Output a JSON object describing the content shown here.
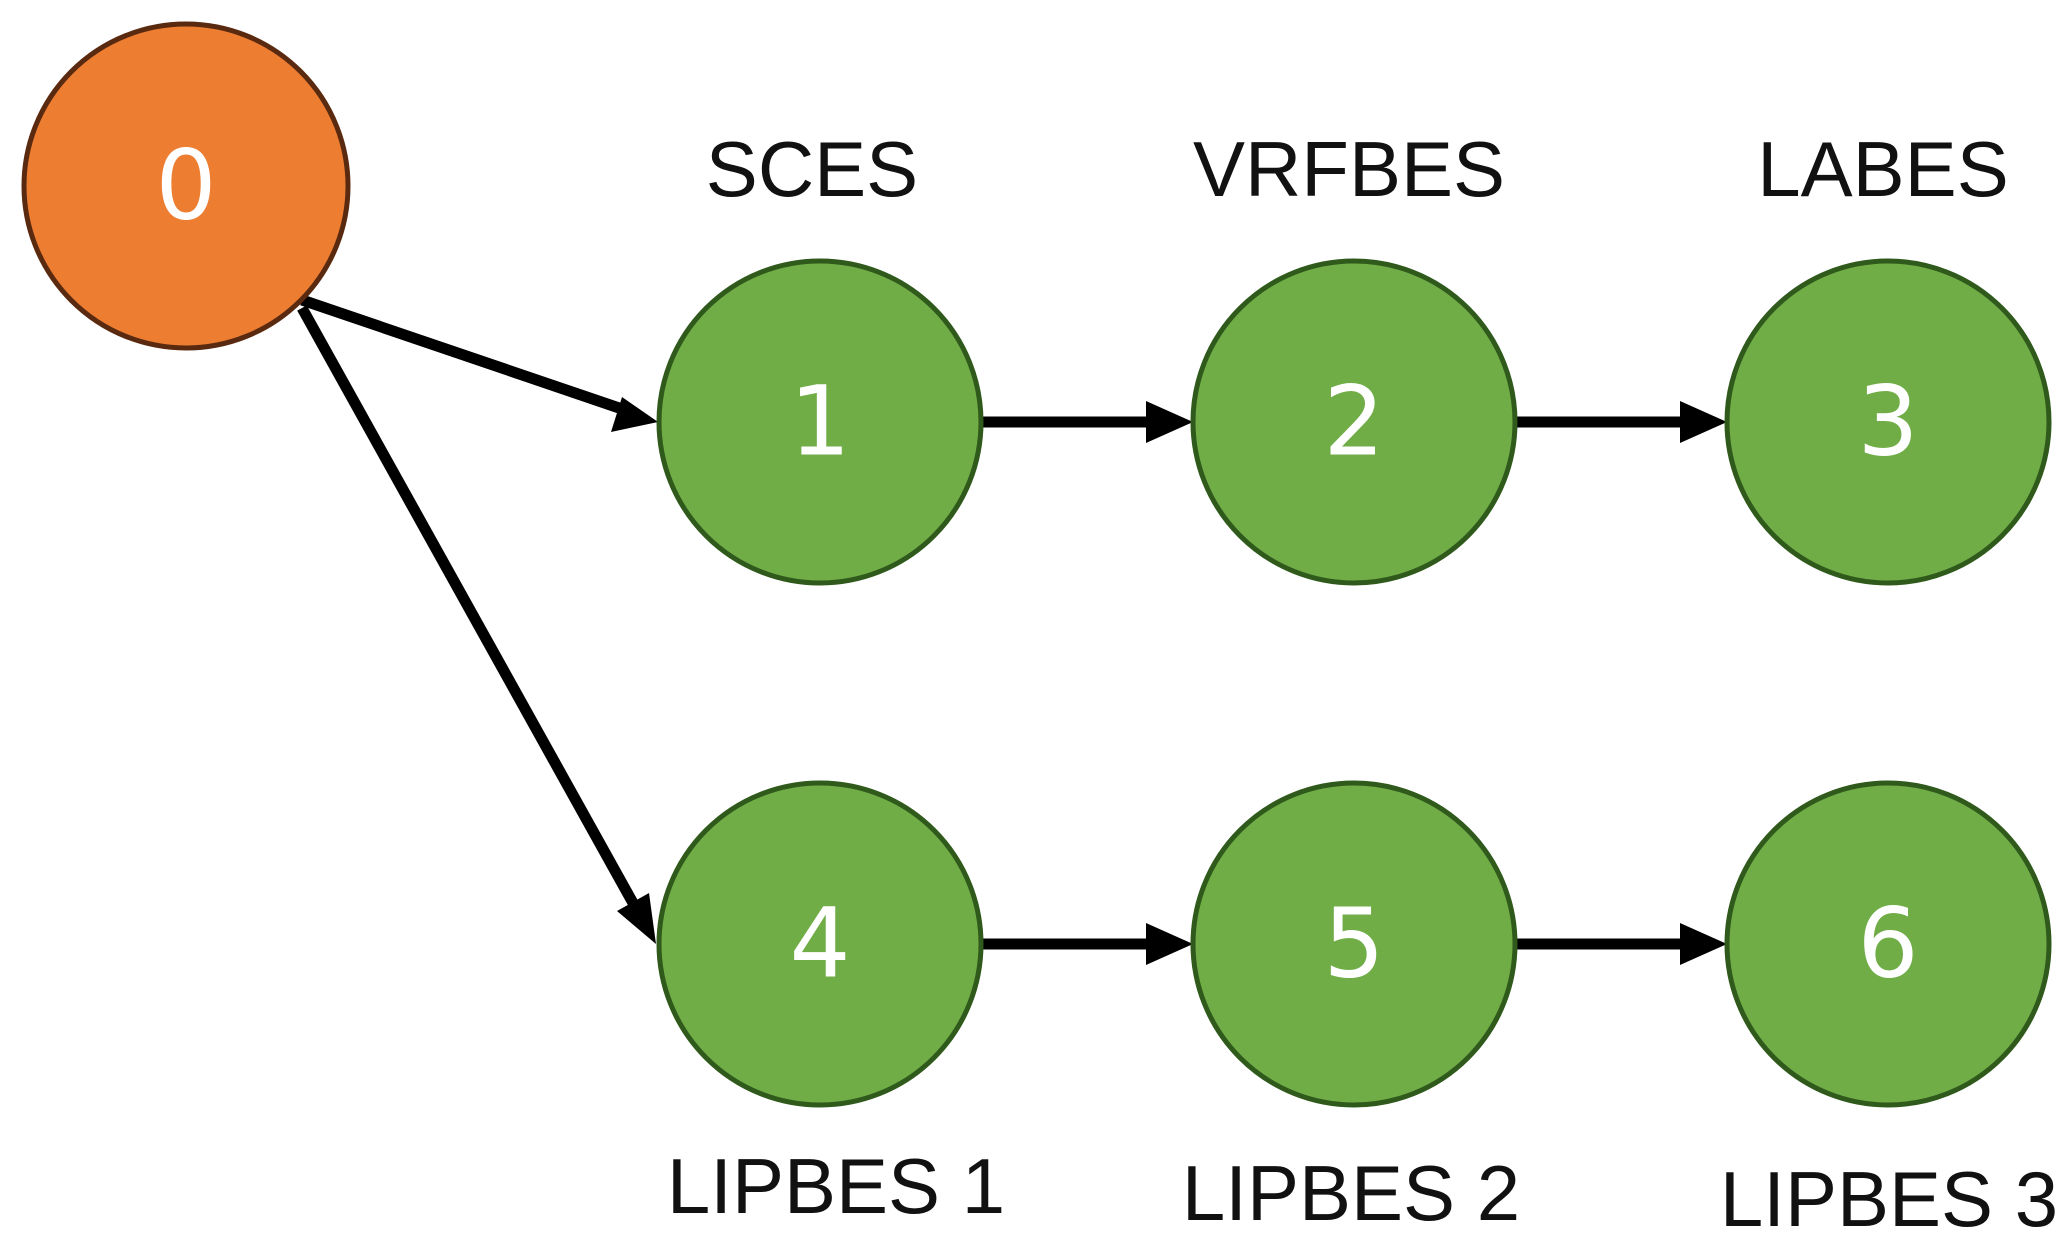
{
  "nodes": [
    {
      "label": "0",
      "color": "#ED7D31",
      "stroke": "#5a2a10"
    },
    {
      "label": "1",
      "color": "#70AD47",
      "stroke": "#2f5a1c"
    },
    {
      "label": "2",
      "color": "#70AD47",
      "stroke": "#2f5a1c"
    },
    {
      "label": "3",
      "color": "#70AD47",
      "stroke": "#2f5a1c"
    },
    {
      "label": "4",
      "color": "#70AD47",
      "stroke": "#2f5a1c"
    },
    {
      "label": "5",
      "color": "#70AD47",
      "stroke": "#2f5a1c"
    },
    {
      "label": "6",
      "color": "#70AD47",
      "stroke": "#2f5a1c"
    }
  ],
  "captions": {
    "node_1": "SCES",
    "node_2": "VRFBES",
    "node_3": "LABES",
    "node_4": "LIPBES 1",
    "node_5": "LIPBES 2",
    "node_6": "LIPBES 3"
  },
  "edges": [
    {
      "from": "0",
      "to": "1"
    },
    {
      "from": "0",
      "to": "4"
    },
    {
      "from": "1",
      "to": "2"
    },
    {
      "from": "2",
      "to": "3"
    },
    {
      "from": "4",
      "to": "5"
    },
    {
      "from": "5",
      "to": "6"
    }
  ]
}
